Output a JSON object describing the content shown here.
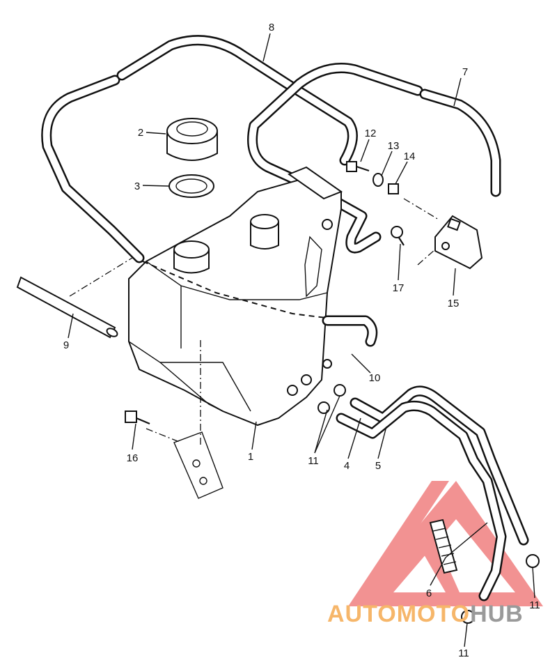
{
  "callouts": {
    "c1": "1",
    "c2": "2",
    "c3": "3",
    "c4": "4",
    "c5": "5",
    "c6": "6",
    "c7": "7",
    "c8": "8",
    "c9": "9",
    "c10": "10",
    "c11a": "11",
    "c11b": "11",
    "c11c": "11",
    "c12": "12",
    "c13": "13",
    "c14": "14",
    "c15": "15",
    "c16": "16",
    "c17": "17"
  },
  "watermark": {
    "part1": "AUTOMOTO",
    "part2": "HUB",
    "colors": {
      "triangle": "#f08080",
      "text1": "#f6b66a",
      "text2": "#9a9a9a"
    }
  }
}
